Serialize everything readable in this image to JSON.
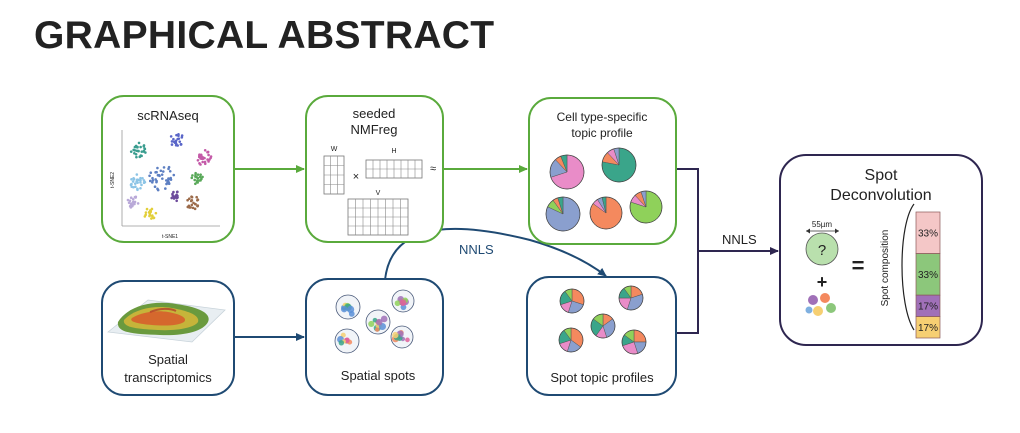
{
  "title": "GRAPHICAL ABSTRACT",
  "colors": {
    "green": "#5aaa3c",
    "navy": "#1f4a73",
    "dark_purple": "#2e2650",
    "pie_blue": "#8a9fce",
    "pie_pink": "#e98cc8",
    "pie_teal": "#3aa58a",
    "pie_orange": "#f4895e",
    "pie_green": "#8fd15a"
  },
  "nodes": {
    "scrnaseq": {
      "label": "scRNAseq",
      "tsne_axis_x": "t-SNE1",
      "tsne_axis_y": "t-SNE2"
    },
    "nmf": {
      "label_line1": "seeded",
      "label_line2": "NMFreg",
      "matrix_w": "W",
      "matrix_h": "H",
      "times": "×",
      "approx": "≈",
      "matrix_v": "V"
    },
    "topic_profile": {
      "label_line1": "Cell type-specific",
      "label_line2": "topic profile"
    },
    "spatial_tx": {
      "label_line1": "Spatial",
      "label_line2": "transcriptomics"
    },
    "spatial_spots": {
      "label": "Spatial spots"
    },
    "spot_topic": {
      "label": "Spot topic profiles"
    },
    "deconv": {
      "label_line1": "Spot",
      "label_line2": "Deconvolution",
      "spot_size": "55µm",
      "question": "?",
      "plus": "+",
      "equals": "=",
      "axis_label": "Spot composition",
      "composition": [
        {
          "percent": "33%",
          "fraction": 0.33,
          "color": "#f4c7c7"
        },
        {
          "percent": "33%",
          "fraction": 0.33,
          "color": "#8cc77b"
        },
        {
          "percent": "17%",
          "fraction": 0.17,
          "color": "#a070b8"
        },
        {
          "percent": "17%",
          "fraction": 0.17,
          "color": "#f6cf72"
        }
      ]
    }
  },
  "edges": {
    "nnls_upper": "NNLS",
    "nnls_right": "NNLS"
  }
}
